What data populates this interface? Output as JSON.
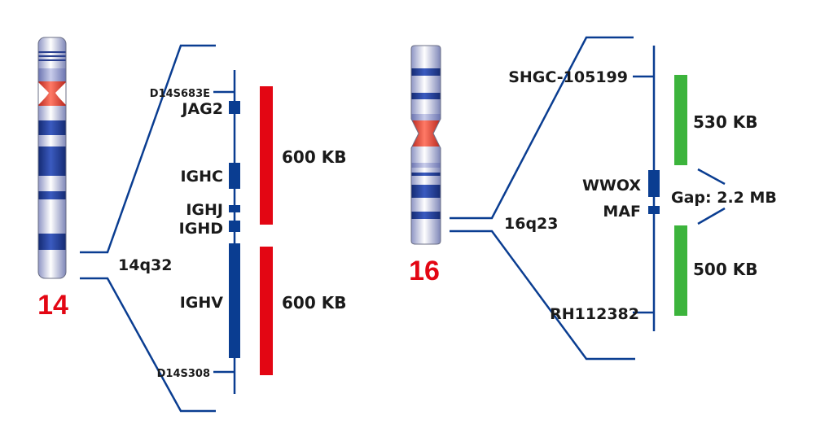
{
  "colors": {
    "line": "#0a3d91",
    "probe_red": "#e30613",
    "probe_green": "#3cb43c",
    "chrom_dark": "#1e3a8f",
    "centromere": "#e6453a",
    "label": "#1a1a1a"
  },
  "left": {
    "chromosome_number": "14",
    "band": "14q32",
    "markers": {
      "top": "D14S683E",
      "bottom": "D14S308"
    },
    "genes": [
      "JAG2",
      "IGHC",
      "IGHJ",
      "IGHD",
      "IGHV"
    ],
    "probes": [
      "600 KB",
      "600 KB"
    ]
  },
  "right": {
    "chromosome_number": "16",
    "band": "16q23",
    "markers": {
      "top": "SHGC-105199",
      "bottom": "RH112382"
    },
    "genes": [
      "WWOX",
      "MAF"
    ],
    "probes": [
      "530 KB",
      "500 KB"
    ],
    "gap_label": "Gap: 2.2 MB"
  }
}
